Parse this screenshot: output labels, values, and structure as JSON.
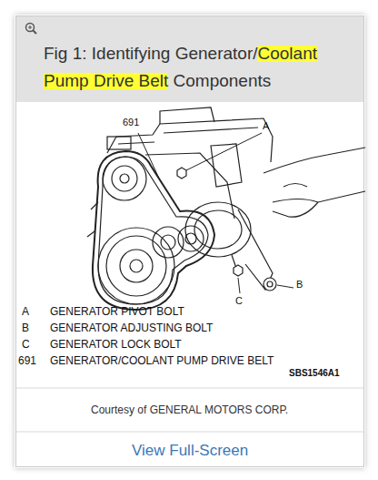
{
  "diagram": {
    "title": "Fig 1: Identifying Generator/Coolant Pump Drive Belt Components",
    "caption": "Courtesy of GENERAL MOTORS CORP.",
    "labels": [
      "691",
      "A",
      "B",
      "C",
      "A",
      "GENERATOR PIVOT BOLT",
      "B",
      "GENERATOR ADJUSTING BOLT",
      "C",
      "GENERATOR LOCK BOLT",
      "691",
      "GENERATOR/COOLANT PUMP DRIVE BELT",
      "SBS1546A1",
      "View Full-Screen"
    ]
  }
}
